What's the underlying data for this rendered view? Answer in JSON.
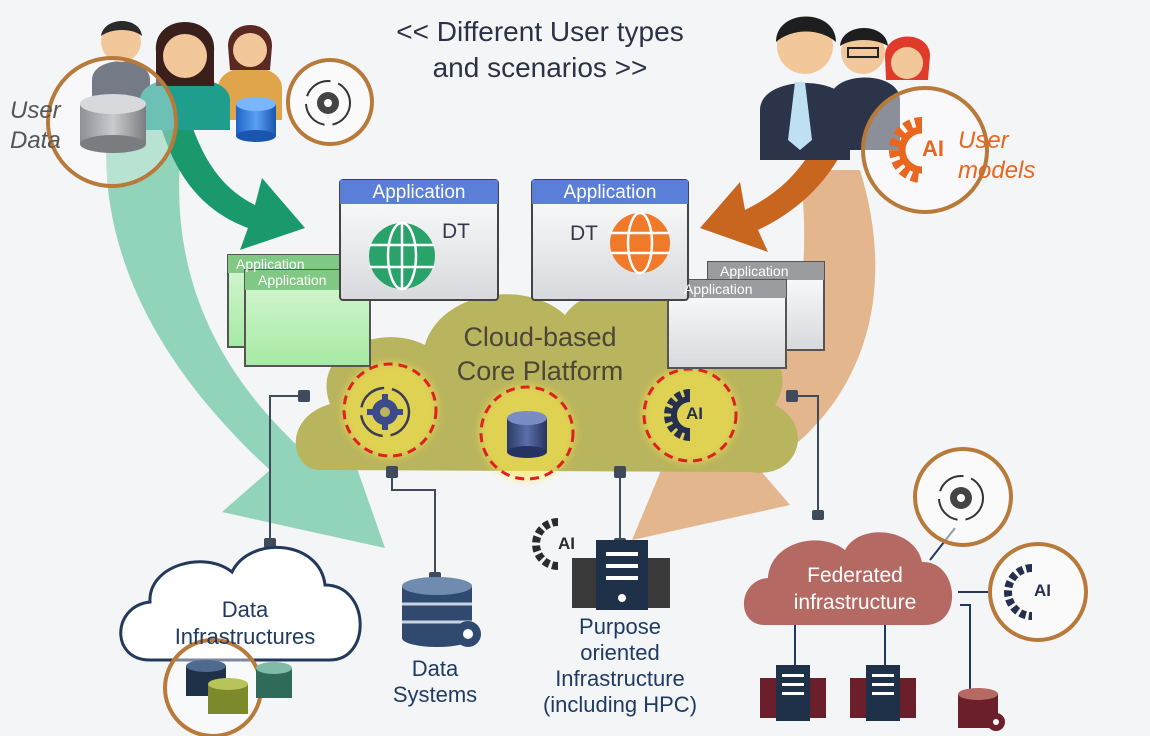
{
  "heading": {
    "line1": "<< Different User types",
    "line2": "and scenarios >>"
  },
  "user_data": "User Data",
  "user_models": "User models",
  "platform": {
    "line1": "Cloud-based",
    "line2": "Core Platform"
  },
  "applications": {
    "label": "Application",
    "dt_label": "DT"
  },
  "ai_badge": "AI",
  "bottom": {
    "data_infra": "Data Infrastructures",
    "data_systems": "Data Systems",
    "purpose": {
      "line1": "Purpose",
      "line2": "oriented",
      "line3": "Infrastructure",
      "line4": "(including HPC)"
    },
    "federated": {
      "line1": "Federated",
      "line2": "infrastructure"
    }
  },
  "colors": {
    "green_arrow": "#1a9a6c",
    "teal_flow": "#72c8a6",
    "orange_arrow": "#c8661f",
    "orange_flow": "#e0aa7a",
    "cloud": "#b9b45e",
    "federated_cloud": "#b46a63",
    "ring": "#b87a3a",
    "dash": "#e02020",
    "server_dark": "#1f3049",
    "server_accent": "#6b1f2a",
    "ai_orange": "#e8661e"
  }
}
